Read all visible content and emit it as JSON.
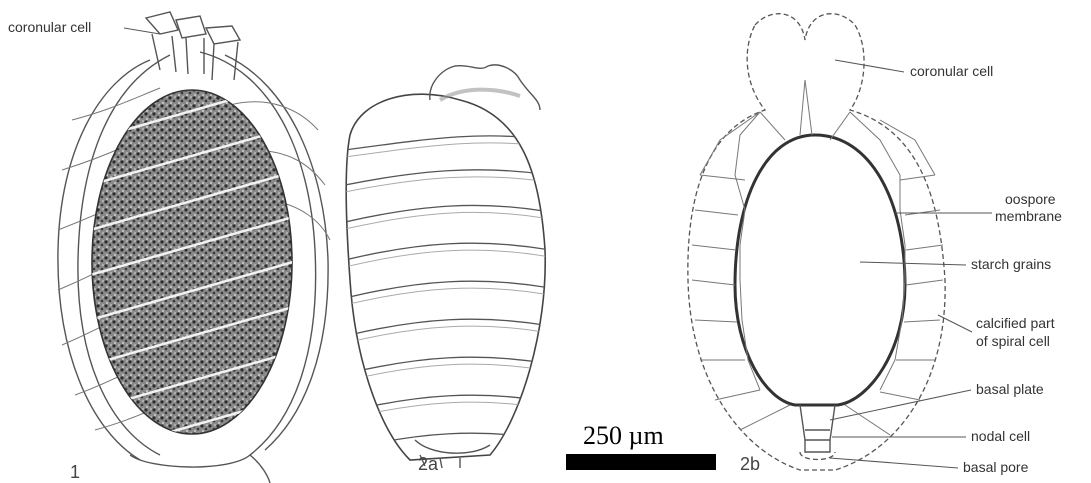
{
  "figure_1": {
    "number": "1",
    "labels": {
      "coronular_cell": "coronular cell"
    }
  },
  "figure_2a": {
    "number": "2a"
  },
  "figure_2b": {
    "number": "2b",
    "labels": {
      "coronular_cell": "coronular cell",
      "oospore_membrane_line1": "oospore",
      "oospore_membrane_line2": "membrane",
      "starch_grains": "starch grains",
      "calcified_line1": "calcified part",
      "calcified_line2": "of spiral cell",
      "basal_plate": "basal plate",
      "nodal_cell": "nodal cell",
      "basal_pore": "basal pore"
    }
  },
  "scale_bar": {
    "label": "250 µm",
    "color": "#000000"
  },
  "colors": {
    "ink": "#555555",
    "stipple": "#3a3a3a",
    "background": "#ffffff"
  }
}
